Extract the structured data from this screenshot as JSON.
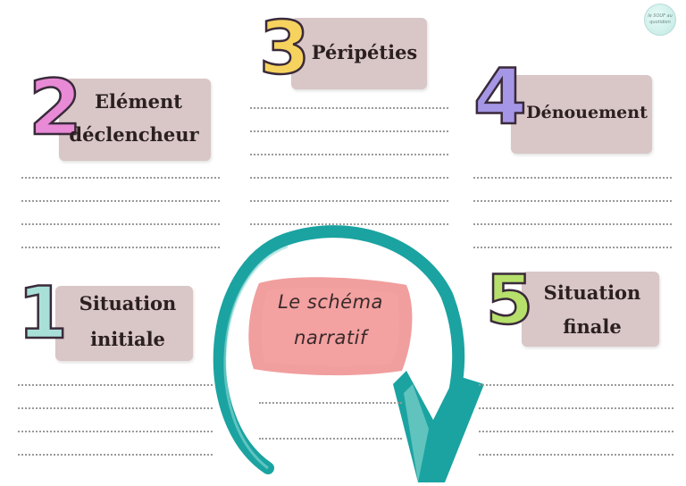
{
  "steps": {
    "s1": {
      "number": "1",
      "line1": "Situation",
      "line2": "initiale",
      "color": "#a8e0d8"
    },
    "s2": {
      "number": "2",
      "line1": "Elément",
      "line2": "déclencheur",
      "color": "#e88ad6"
    },
    "s3": {
      "number": "3",
      "line1": "Péripéties",
      "color": "#f6d35e"
    },
    "s4": {
      "number": "4",
      "line1": "Dénouement",
      "color": "#a596e6"
    },
    "s5": {
      "number": "5",
      "line1": "Situation",
      "line2": "finale",
      "color": "#b6e06b"
    }
  },
  "center": {
    "line1": "Le schéma",
    "line2": "narratif"
  },
  "logo": {
    "text": "le SOUF au quotidien"
  },
  "colors": {
    "card": "#d9c6c6",
    "arrow": "#1aa3a1",
    "splash": "#ee8d8d"
  }
}
